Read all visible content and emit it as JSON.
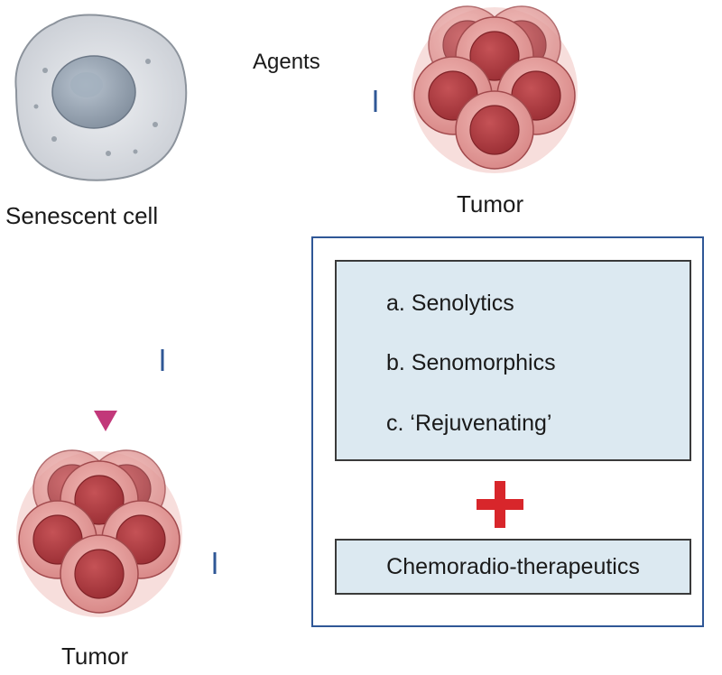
{
  "labels": {
    "agents": "Agents",
    "senescent_cell": "Senescent cell",
    "tumor_top": "Tumor",
    "tumor_bottom": "Tumor"
  },
  "agent_list": [
    "a. Senolytics",
    "b. Senomorphics",
    "c. ‘Rejuvenating’"
  ],
  "combination_symbol": "+",
  "chemo_label": "Chemoradio-therapeutics",
  "colors": {
    "inhibit_line": "#2f5796",
    "progression_arrow": "#c2387a",
    "plus": "#d8262b",
    "box_fill": "#dce9f1",
    "cell_fill": "#c9575b",
    "senescent_fill": "#d9dde3"
  },
  "icons": [
    "senescent-cell-icon",
    "tumor-cluster-icon",
    "plus-icon",
    "inhibition-arrow-icon",
    "progression-arrow-icon"
  ]
}
